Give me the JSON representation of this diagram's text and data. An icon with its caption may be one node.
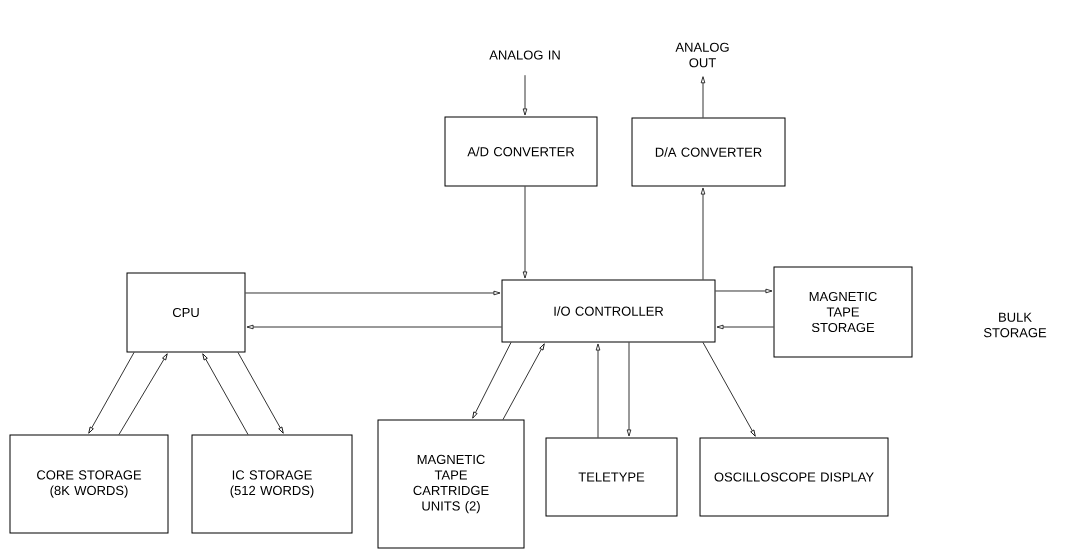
{
  "diagram": {
    "nodes": [
      {
        "text": [
          "ANALOG IN"
        ]
      },
      {
        "text": [
          "ANALOG OUT"
        ]
      },
      {
        "text": [
          "A/D CONVERTER"
        ]
      },
      {
        "text": [
          "D/A CONVERTER"
        ]
      },
      {
        "text": [
          "CPU"
        ]
      },
      {
        "text": [
          "I/O CONTROLLER"
        ]
      },
      {
        "text": [
          "MAGNETIC TAPE STORAGE"
        ]
      },
      {
        "text": [
          "CORE STORAGE (8K WORDS)"
        ]
      },
      {
        "text": [
          "IC STORAGE (512 WORDS)"
        ]
      },
      {
        "text": [
          "MAGNETIC TAPE CARTRIDGE UNITS (2)"
        ]
      },
      {
        "text": [
          "TELETYPE"
        ]
      },
      {
        "text": [
          "OSCILLOSCOPE DISPLAY"
        ]
      }
    ],
    "edges": [
      {
        "from": 0,
        "to": 2,
        "arrow": "to"
      },
      {
        "from": 2,
        "to": 5,
        "arrow": "to"
      },
      {
        "from": 5,
        "to": 3,
        "arrow": "to"
      },
      {
        "from": 3,
        "to": 1,
        "arrow": "to"
      },
      {
        "from": 4,
        "to": 5,
        "arrow": "to"
      },
      {
        "from": 5,
        "to": 4,
        "arrow": "to"
      },
      {
        "from": 5,
        "to": 6,
        "arrow": "to"
      },
      {
        "from": 6,
        "to": 5,
        "arrow": "to"
      },
      {
        "from": 4,
        "to": 7,
        "arrow": "to"
      },
      {
        "from": 7,
        "to": 4,
        "arrow": "to"
      },
      {
        "from": 8,
        "to": 4,
        "arrow": "to"
      },
      {
        "from": 4,
        "to": 8,
        "arrow": "to"
      },
      {
        "from": 5,
        "to": 9,
        "arrow": "to"
      },
      {
        "from": 9,
        "to": 5,
        "arrow": "to"
      },
      {
        "from": 10,
        "to": 5,
        "arrow": "to"
      },
      {
        "from": 5,
        "to": 10,
        "arrow": "to"
      },
      {
        "from": 5,
        "to": 11,
        "arrow": "to"
      }
    ],
    "labels": [
      "BULK STORAGE"
    ]
  }
}
